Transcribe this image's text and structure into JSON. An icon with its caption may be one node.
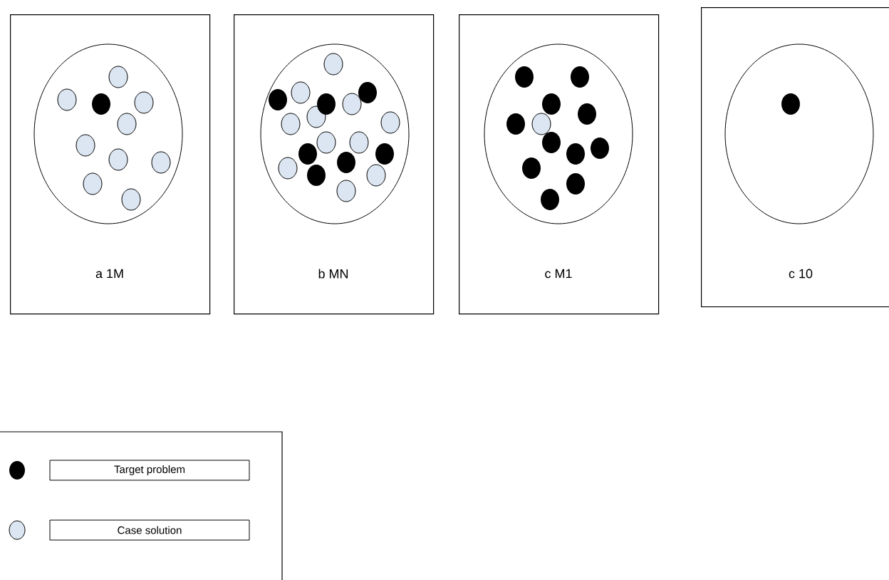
{
  "diagram": {
    "nodes": [
      {
        "text": [
          "a 1M"
        ]
      },
      {
        "text": [
          "b MN"
        ]
      },
      {
        "text": [
          "c M1"
        ]
      },
      {
        "text": [
          "c 10"
        ]
      }
    ],
    "legend": [
      {
        "text": "Target problem",
        "color": "#000000"
      },
      {
        "text": "Case solution",
        "color": "#dce6f2"
      }
    ]
  }
}
